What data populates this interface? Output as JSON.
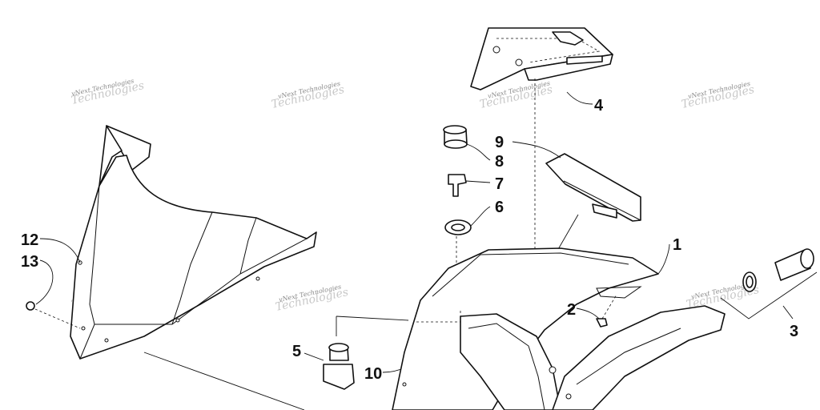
{
  "watermark": {
    "text": "vNext Technologies",
    "overlay_text": "Technologies"
  },
  "callouts": [
    "1",
    "2",
    "3",
    "4",
    "5",
    "6",
    "7",
    "8",
    "9",
    "10",
    "12",
    "13"
  ]
}
